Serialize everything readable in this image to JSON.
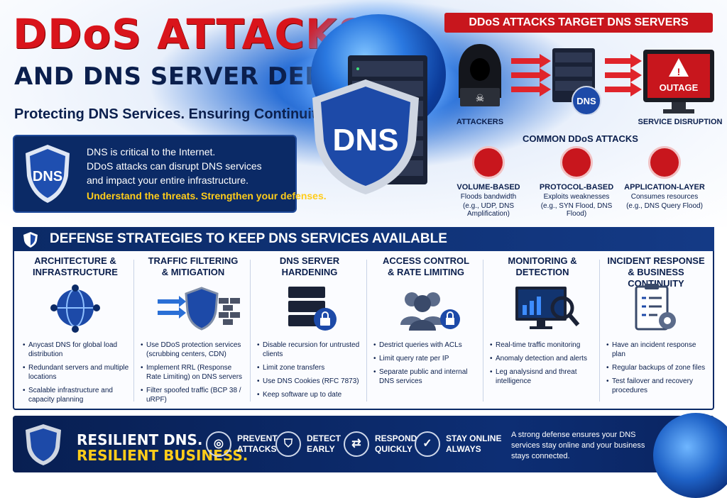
{
  "hero": {
    "title_line1": "DDoS ATTACKS",
    "title_line2": "AND DNS SERVER DEFENSE",
    "tagline": "Protecting DNS Services. Ensuring Continuity.",
    "shield_label": "DNS",
    "intro_lines": [
      "DNS is critical to the Internet.",
      "DDoS attacks can disrupt DNS services",
      "and impact your entire infrastructure."
    ],
    "intro_highlight": "Understand the threats. Strengthen your defenses.",
    "big_shield_label": "DNS"
  },
  "attack_flow": {
    "banner": "DDoS ATTACKS TARGET DNS SERVERS",
    "attackers_label": "ATTACKERS",
    "server_badge": "DNS",
    "outage_label": "OUTAGE",
    "disruption_label": "SERVICE DISRUPTION",
    "common_title": "COMMON DDoS ATTACKS",
    "types": [
      {
        "name": "VOLUME-BASED",
        "desc1": "Floods bandwidth",
        "desc2": "(e.g., UDP, DNS Amplification)"
      },
      {
        "name": "PROTOCOL-BASED",
        "desc1": "Exploits weaknesses",
        "desc2": "(e.g., SYN Flood, DNS Flood)"
      },
      {
        "name": "APPLICATION-LAYER",
        "desc1": "Consumes resources",
        "desc2": "(e.g., DNS Query Flood)"
      }
    ]
  },
  "defense": {
    "header": "DEFENSE STRATEGIES TO KEEP DNS SERVICES AVAILABLE",
    "columns": [
      {
        "title1": "ARCHITECTURE &",
        "title2": "INFRASTRUCTURE",
        "items": [
          "Anycast DNS for global load distribution",
          "Redundant servers and multiple locations",
          "Scalable infrastructure and capacity planning"
        ]
      },
      {
        "title1": "TRAFFIC FILTERING",
        "title2": "& MITIGATION",
        "items": [
          "Use DDoS protection services (scrubbing centers, CDN)",
          "Implement RRL (Response Rate Limiting) on DNS servers",
          "Filter spoofed traffic (BCP 38 / uRPF)"
        ]
      },
      {
        "title1": "DNS SERVER",
        "title2": "HARDENING",
        "items": [
          "Disable recursion for untrusted clients",
          "Limit zone transfers",
          "Use DNS Cookies (RFC 7873)",
          "Keep software up to date"
        ]
      },
      {
        "title1": "ACCESS CONTROL",
        "title2": "& RATE LIMITING",
        "items": [
          "Destrict queries with ACLs",
          "Limit query rate per IP",
          "Separate public and internal DNS services"
        ]
      },
      {
        "title1": "MONITORING &",
        "title2": "DETECTION",
        "items": [
          "Real-time traffic monitoring",
          "Anomaly detection and alerts",
          "Leg analysisnd and threat intelligence"
        ]
      },
      {
        "title1": "INCIDENT RESPONSE",
        "title2": "& BUSINESS CONTINUITY",
        "items": [
          "Have an incident response plan",
          "Regular backups of zone files",
          "Test failover and recovery procedures"
        ]
      }
    ]
  },
  "footer": {
    "line1": "RESILIENT DNS.",
    "line2": "RESILIENT BUSINESS.",
    "actions": [
      {
        "l1": "PREVENT",
        "l2": "ATTACKS",
        "icon": "target-icon"
      },
      {
        "l1": "DETECT",
        "l2": "EARLY",
        "icon": "shield-icon"
      },
      {
        "l1": "RESPOND",
        "l2": "QUICKLY",
        "icon": "arrows-icon"
      },
      {
        "l1": "STAY ONLINE",
        "l2": "ALWAYS",
        "icon": "check-icon"
      }
    ],
    "note": "A strong defense ensures your DNS services stay online and your business stays connected."
  },
  "colors": {
    "accent_red": "#c8161d",
    "navy": "#0b2a66",
    "highlight": "#ffcc1a"
  }
}
